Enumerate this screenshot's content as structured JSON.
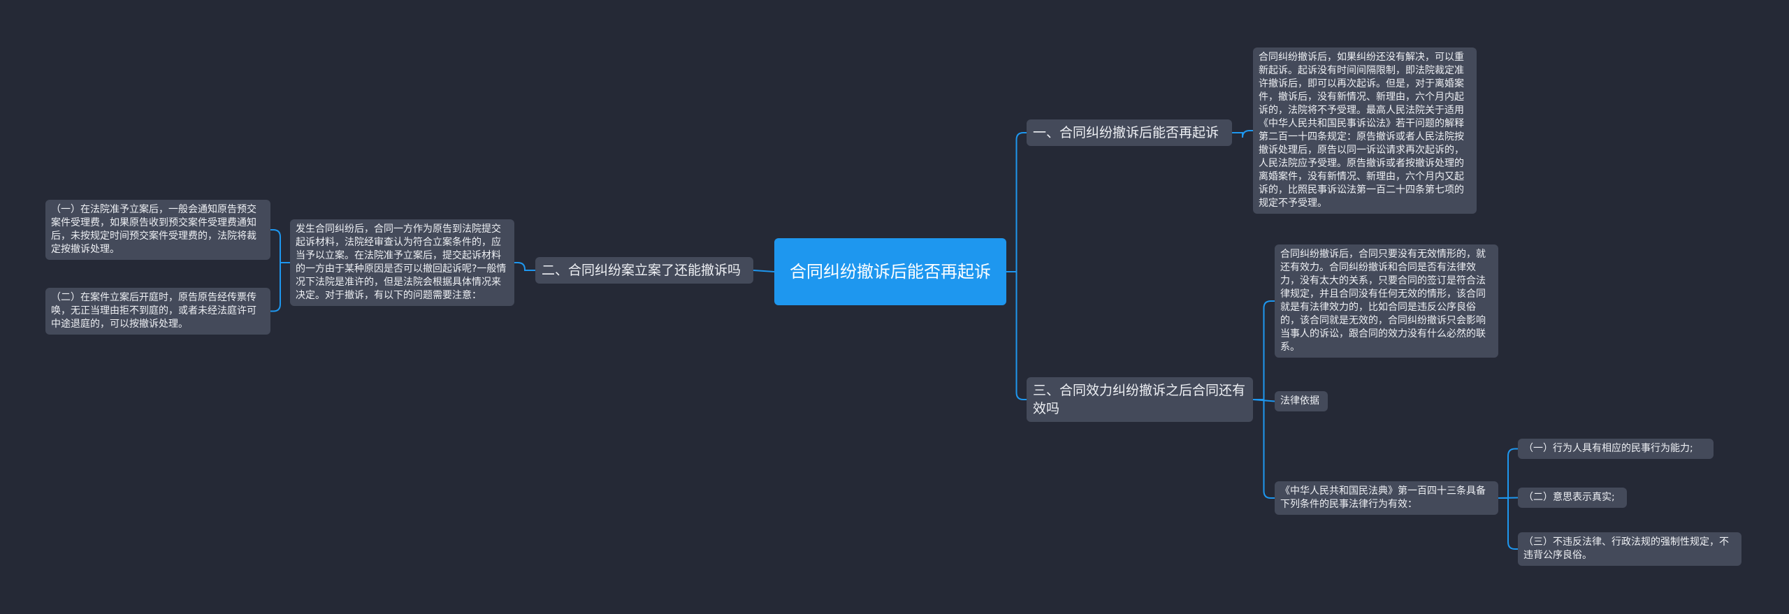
{
  "root": {
    "label": "合同纠纷撤诉后能否再起诉"
  },
  "branches": {
    "b1": {
      "label": "一、合同纠纷撤诉后能否再起诉"
    },
    "b2": {
      "label": "二、合同纠纷案立案了还能撤诉吗"
    },
    "b3": {
      "label": "三、合同效力纠纷撤诉之后合同还有效吗"
    }
  },
  "leaves": {
    "b1_text": "合同纠纷撤诉后，如果纠纷还没有解决，可以重新起诉。起诉没有时间间隔限制，即法院裁定准许撤诉后，即可以再次起诉。但是，对于离婚案件，撤诉后，没有新情况、新理由，六个月内起诉的，法院将不予受理。最高人民法院关于适用《中华人民共和国民事诉讼法》若干问题的解释第二百一十四条规定：原告撤诉或者人民法院按撤诉处理后，原告以同一诉讼请求再次起诉的，人民法院应予受理。原告撤诉或者按撤诉处理的离婚案件，没有新情况、新理由，六个月内又起诉的，比照民事诉讼法第一百二十四条第七项的规定不予受理。",
    "b2_text": "发生合同纠纷后，合同一方作为原告到法院提交起诉材料，法院经审查认为符合立案条件的，应当予以立案。在法院准予立案后，提交起诉材料的一方由于某种原因是否可以撤回起诉呢?一般情况下法院是准许的，但是法院会根据具体情况来决定。对于撤诉，有以下的问题需要注意：",
    "b2_sub1": "（一）在法院准予立案后，一般会通知原告预交案件受理费，如果原告收到预交案件受理费通知后，未按规定时间预交案件受理费的，法院将裁定按撤诉处理。",
    "b2_sub2": "（二）在案件立案后开庭时，原告原告经传票传唤，无正当理由拒不到庭的，或者未经法庭许可中途退庭的，可以按撤诉处理。",
    "b3_text": "合同纠纷撤诉后，合同只要没有无效情形的，就还有效力。合同纠纷撤诉和合同是否有法律效力，没有太大的关系，只要合同的签订是符合法律规定，并且合同没有任何无效的情形，该合同就是有法律效力的，比如合同是违反公序良俗的，该合同就是无效的，合同纠纷撤诉只会影响当事人的诉讼，跟合同的效力没有什么必然的联系。",
    "b3_basis": "法律依据",
    "b3_law": "《中华人民共和国民法典》第一百四十三条具备下列条件的民事法律行为有效：",
    "b3_law1": "（一）行为人具有相应的民事行为能力;",
    "b3_law2": "（二）意思表示真实;",
    "b3_law3": "（三）不违反法律、行政法规的强制性规定，不违背公序良俗。"
  },
  "colors": {
    "background": "#252936",
    "node": "#444a5a",
    "root": "#1e97ef",
    "link": "#1e97ef"
  }
}
